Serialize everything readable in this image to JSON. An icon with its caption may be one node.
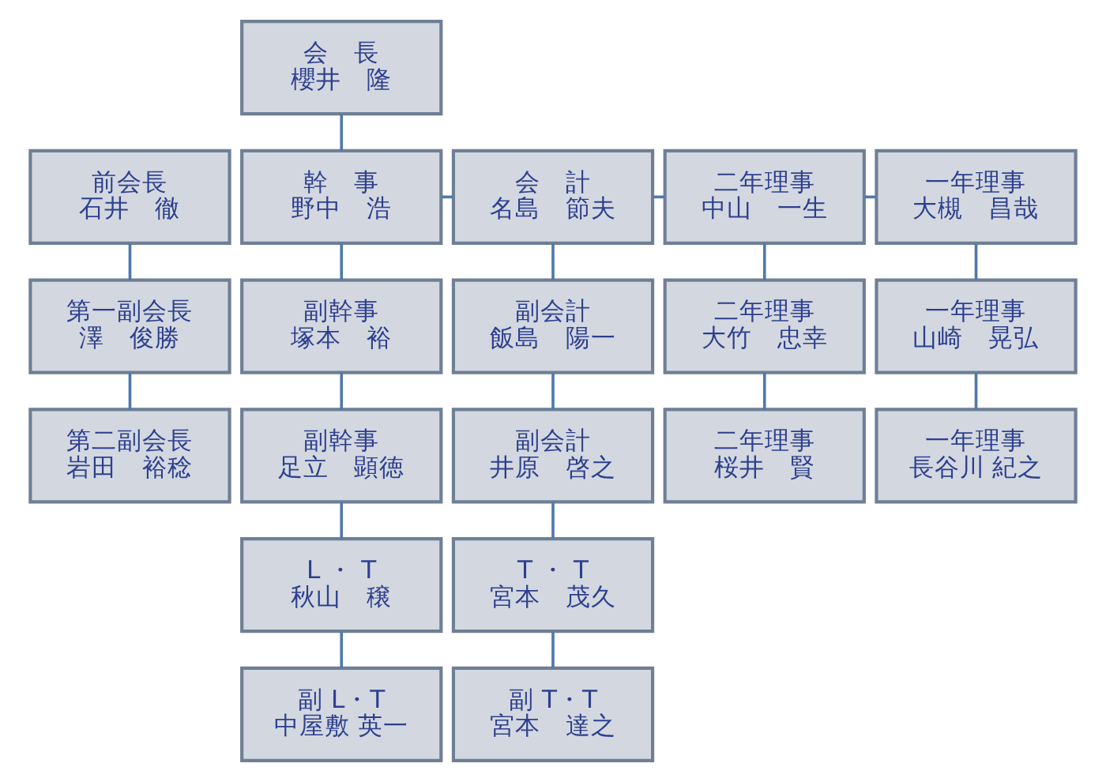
{
  "diagram": {
    "nodes": [
      {
        "text": [
          "会　長",
          "櫻井　隆"
        ]
      },
      {
        "text": [
          "前会長",
          "石井　徹"
        ]
      },
      {
        "text": [
          "幹　事",
          "野中　浩"
        ]
      },
      {
        "text": [
          "会　計",
          "名島　節夫"
        ]
      },
      {
        "text": [
          "二年理事",
          "中山　一生"
        ]
      },
      {
        "text": [
          "一年理事",
          "大槻　昌哉"
        ]
      },
      {
        "text": [
          "第一副会長",
          "澤　俊勝"
        ]
      },
      {
        "text": [
          "副幹事",
          "塚本　裕"
        ]
      },
      {
        "text": [
          "副会計",
          "飯島　陽一"
        ]
      },
      {
        "text": [
          "二年理事",
          "大竹　忠幸"
        ]
      },
      {
        "text": [
          "一年理事",
          "山崎　晃弘"
        ]
      },
      {
        "text": [
          "第二副会長",
          "岩田　裕稔"
        ]
      },
      {
        "text": [
          "副幹事",
          "足立　顕徳"
        ]
      },
      {
        "text": [
          "副会計",
          "井原　啓之"
        ]
      },
      {
        "text": [
          "二年理事",
          "桜井　賢"
        ]
      },
      {
        "text": [
          "一年理事",
          "長谷川 紀之"
        ]
      },
      {
        "text": [
          "L ・ T",
          "秋山　穣"
        ]
      },
      {
        "text": [
          "T ・ T",
          "宮本　茂久"
        ]
      },
      {
        "text": [
          "副 L・T",
          "中屋敷 英一"
        ]
      },
      {
        "text": [
          "副 T・T",
          "宮本　達之"
        ]
      }
    ],
    "edges": [
      {
        "from": 0,
        "to": 2,
        "arrow": "none"
      },
      {
        "from": 2,
        "to": 3,
        "arrow": "none"
      },
      {
        "from": 3,
        "to": 4,
        "arrow": "none"
      },
      {
        "from": 4,
        "to": 5,
        "arrow": "none"
      },
      {
        "from": 1,
        "to": 6,
        "arrow": "none"
      },
      {
        "from": 6,
        "to": 11,
        "arrow": "none"
      },
      {
        "from": 2,
        "to": 7,
        "arrow": "none"
      },
      {
        "from": 7,
        "to": 12,
        "arrow": "none"
      },
      {
        "from": 12,
        "to": 16,
        "arrow": "none"
      },
      {
        "from": 16,
        "to": 18,
        "arrow": "none"
      },
      {
        "from": 3,
        "to": 8,
        "arrow": "none"
      },
      {
        "from": 8,
        "to": 13,
        "arrow": "none"
      },
      {
        "from": 13,
        "to": 17,
        "arrow": "none"
      },
      {
        "from": 17,
        "to": 19,
        "arrow": "none"
      },
      {
        "from": 4,
        "to": 9,
        "arrow": "none"
      },
      {
        "from": 9,
        "to": 14,
        "arrow": "none"
      },
      {
        "from": 5,
        "to": 10,
        "arrow": "none"
      },
      {
        "from": 10,
        "to": 15,
        "arrow": "none"
      }
    ]
  }
}
